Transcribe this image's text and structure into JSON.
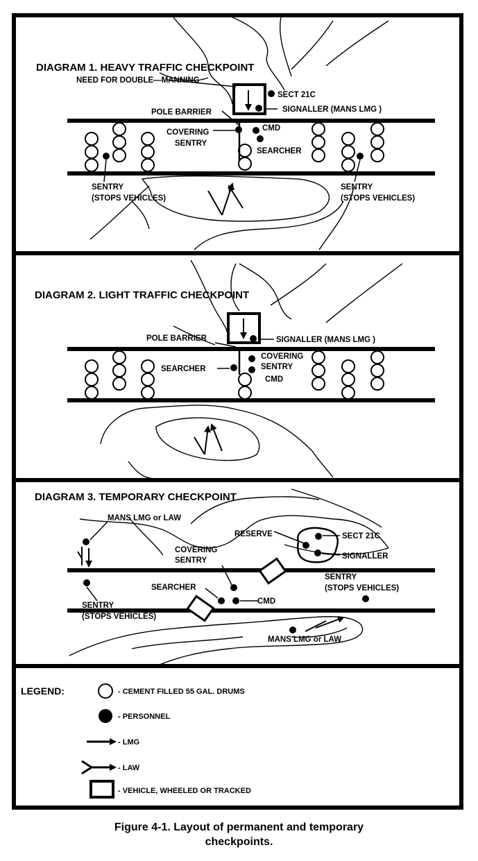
{
  "diagram1": {
    "title": "DIAGRAM 1. HEAVY TRAFFIC CHECKPOINT",
    "labels": {
      "double_manning": "NEED FOR DOUBLE—MANNING",
      "sect": "SECT 21C",
      "signaller": "SIGNALLER (MANS LMG )",
      "pole_barrier": "POLE BARRIER",
      "covering": "COVERING",
      "sentry": "SENTRY",
      "cmd": "CMD",
      "searcher": "SEARCHER",
      "sentry_left": "SENTRY",
      "stops_left": "(STOPS VEHICLES)",
      "sentry_right": "SENTRY",
      "stops_right": "(STOPS VEHICLES)"
    }
  },
  "diagram2": {
    "title": "DIAGRAM 2. LIGHT TRAFFIC CHECKPOINT",
    "labels": {
      "pole_barrier": "POLE BARRIER",
      "signaller": "SIGNALLER (MANS LMG )",
      "searcher": "SEARCHER",
      "covering": "COVERING",
      "sentry": "SENTRY",
      "cmd": "CMD"
    }
  },
  "diagram3": {
    "title": "DIAGRAM 3. TEMPORARY CHECKPOINT",
    "labels": {
      "mans_top": "MANS LMG or LAW",
      "reserve": "RESERVE",
      "sect": "SECT 21C",
      "signaller": "SIGNALLER",
      "covering": "COVERING",
      "sentry_c": "SENTRY",
      "searcher": "SEARCHER",
      "cmd": "CMD",
      "sentry_right": "SENTRY",
      "stops_right": "(STOPS VEHICLES)",
      "sentry_left": "SENTRY",
      "stops_left": "(STOPS VEHICLES)",
      "mans_bottom": "MANS LMG or LAW"
    }
  },
  "legend": {
    "heading": "LEGEND:",
    "drum": "- CEMENT FILLED 55 GAL. DRUMS",
    "personnel": "- PERSONNEL",
    "lmg": "- LMG",
    "law": "- LAW",
    "vehicle": "- VEHICLE, WHEELED OR TRACKED"
  },
  "caption": {
    "line1": "Figure 4-1.  Layout of permanent and temporary",
    "line2": "checkpoints."
  }
}
